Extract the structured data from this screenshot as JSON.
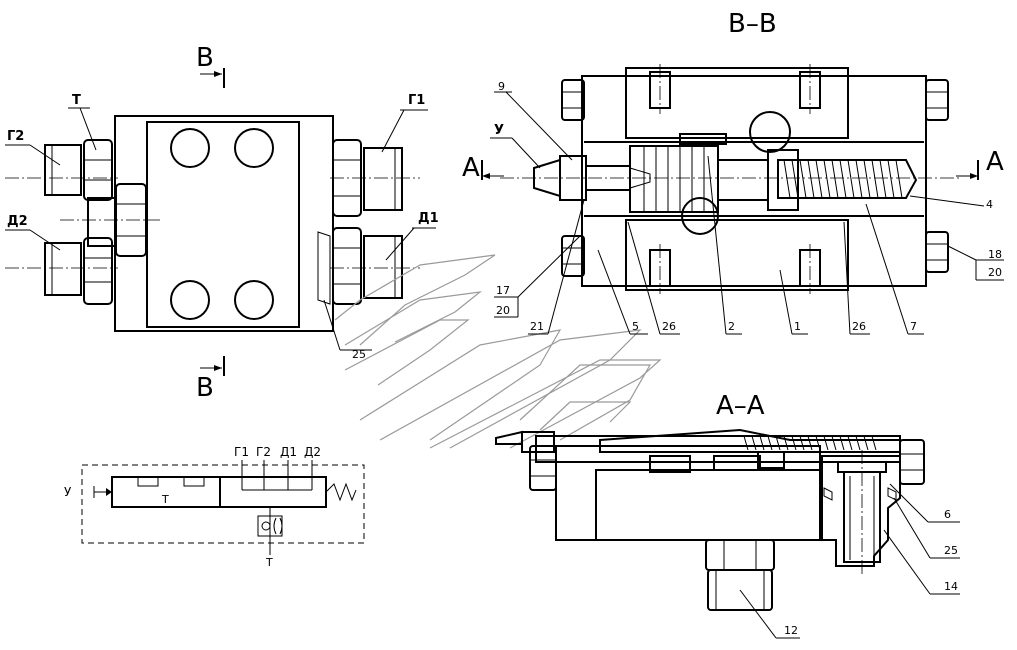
{
  "sections": {
    "vv": "В–В",
    "aa": "А–А",
    "v_top": "В",
    "v_bottom": "В",
    "a_left": "А",
    "a_right": "А"
  },
  "ports": {
    "T": "Т",
    "G1": "Г1",
    "G2": "Г2",
    "D1": "Д1",
    "D2": "Д2",
    "U": "У"
  },
  "parts": [
    "9",
    "4",
    "18",
    "20",
    "17",
    "20",
    "21",
    "5",
    "26",
    "2",
    "1",
    "26",
    "7",
    "25",
    "6",
    "25",
    "14",
    "12"
  ],
  "schematic": {
    "top_ports": [
      "Г1",
      "Г2",
      "Д1",
      "Д2"
    ],
    "left": "У",
    "mid": "Т",
    "bottom": "Т"
  }
}
